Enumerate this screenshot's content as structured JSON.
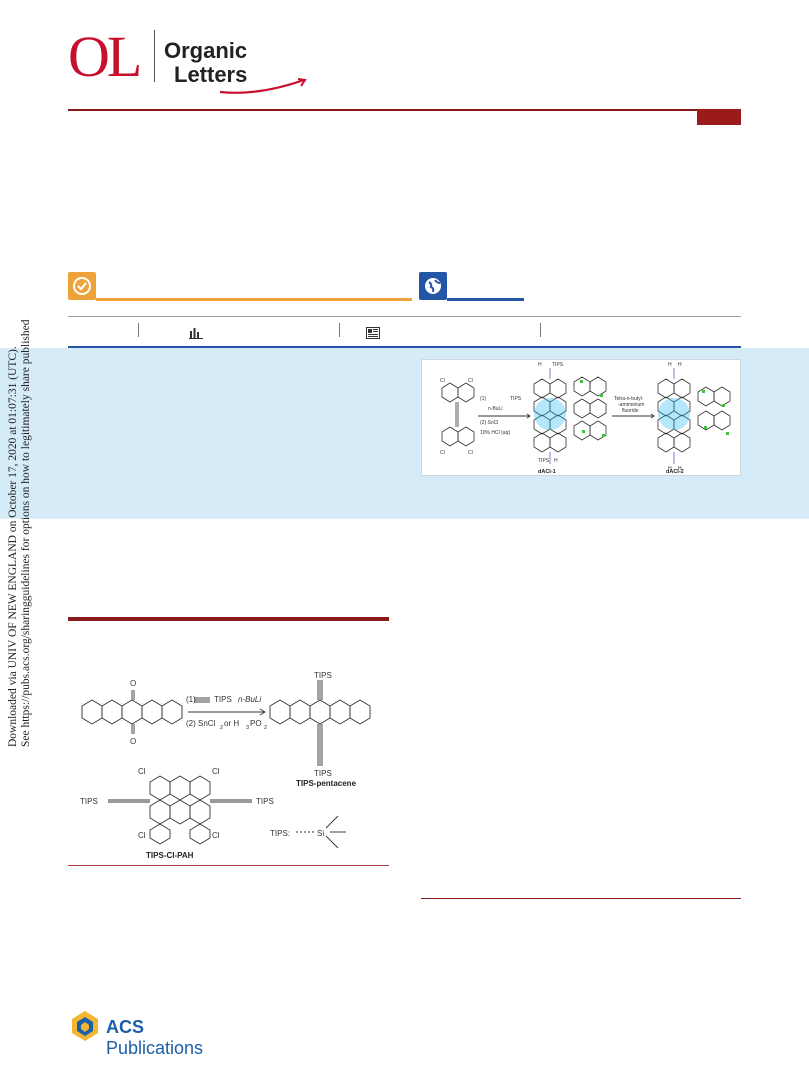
{
  "journal": {
    "logo_mark": "OL",
    "name_line1": "Organic",
    "name_line2": "Letters"
  },
  "side_note": {
    "line1": "Downloaded via UNIV OF NEW ENGLAND on October 17, 2020 at 01:07:31 (UTC).",
    "line2": "See https://pubs.acs.org/sharingguidelines for options on how to legitimately share published articles."
  },
  "toc_graphic": {
    "step1": "(1)",
    "tips": "TIPS",
    "reagent_nbuli": "n-BuLi",
    "step2": "(2) SnCl",
    "acid": "10% HCl (aq)",
    "fluoride_1": "Tetra-n-butyl-",
    "fluoride_2": "-ammonium",
    "fluoride_3": "fluoride",
    "h": "H",
    "cl": "Cl",
    "label_1": "dACl-1",
    "label_2": "dACl-2"
  },
  "figure1": {
    "step1": "(1)",
    "tips": "TIPS",
    "nbuli": "n-BuLi",
    "step2": "(2) SnCl",
    "step2_or": " or H",
    "step2_po": "PO",
    "sub2": "2",
    "sub3": "3",
    "o": "O",
    "product_label": "TIPS-pentacene",
    "pah_label": "TIPS-Cl-PAH",
    "cl": "Cl",
    "tips_def": "TIPS:",
    "si": "Si"
  },
  "publisher": {
    "name_bold": "ACS",
    "name_rest": "Publications"
  },
  "colors": {
    "brand_red": "#c8102e",
    "rule_red": "#8b1a1a",
    "open_access_orange": "#eea23a",
    "acs_blue": "#2456a6",
    "abstract_band": "#d6ebf8",
    "cyan_highlight": "#29b6f6",
    "chlorine_green": "#3cc43c"
  },
  "icons": {
    "open_access": "check-circle-icon",
    "access": "globe-icon",
    "metrics": "bar-chart-icon",
    "news": "newspaper-icon"
  }
}
